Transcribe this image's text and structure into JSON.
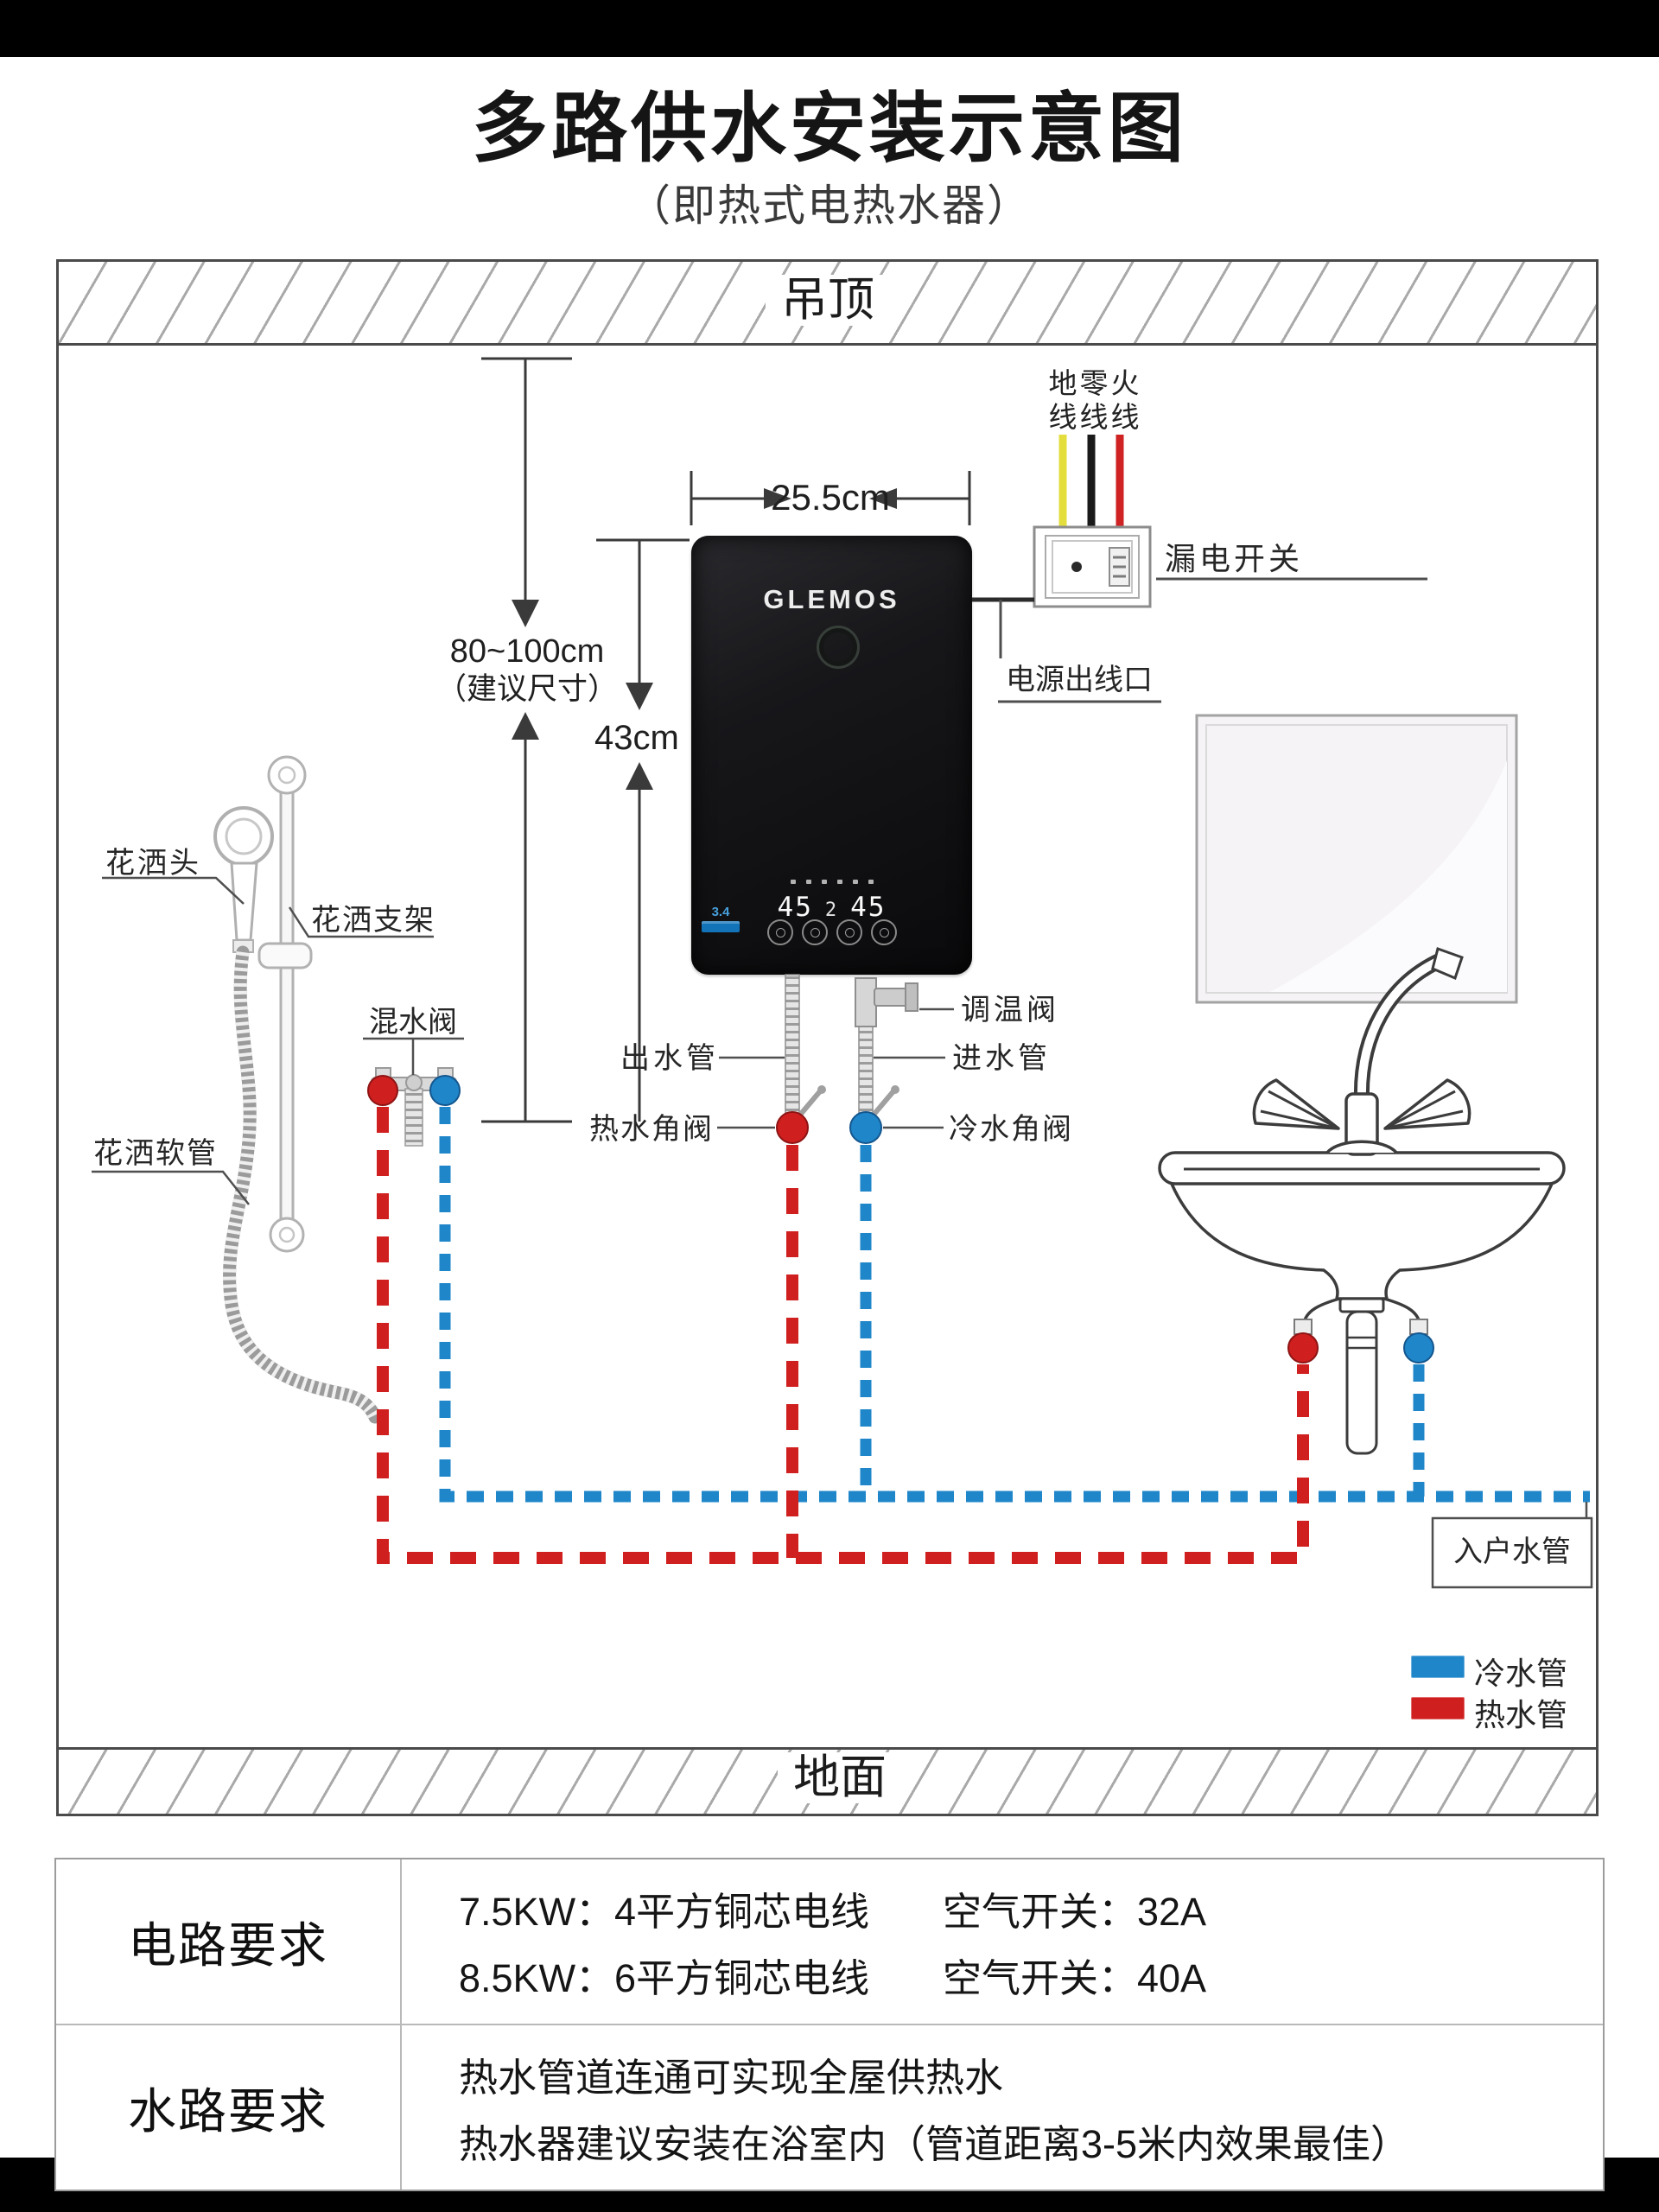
{
  "page": {
    "title": "多路供水安装示意图",
    "subtitle": "（即热式电热水器）"
  },
  "diagram": {
    "ceiling_label": "吊顶",
    "floor_label": "地面",
    "dimensions": {
      "width": "25.5cm",
      "height_from_ceiling": "80~100cm",
      "height_note": "（建议尺寸）",
      "unit_height": "43cm"
    },
    "wires": {
      "ground": "地线",
      "neutral": "零线",
      "live": "火线"
    },
    "electrical": {
      "breaker": "漏电开关",
      "outlet": "电源出线口"
    },
    "heater": {
      "brand": "GLEMOS",
      "badge": "3.4",
      "display": [
        "45",
        "2",
        "45"
      ]
    },
    "labels": {
      "outlet_pipe": "出水管",
      "inlet_pipe": "进水管",
      "hot_angle_valve": "热水角阀",
      "cold_angle_valve": "冷水角阀",
      "temp_valve": "调温阀",
      "mixing_valve": "混水阀",
      "shower_head": "花洒头",
      "shower_bracket": "花洒支架",
      "shower_hose": "花洒软管",
      "entry_pipe": "入户水管"
    },
    "legend": {
      "cold": "冷水管",
      "hot": "热水管"
    },
    "colors": {
      "hot": "#d01f1f",
      "cold": "#1f86c9",
      "wire_ground": "#e3de3e",
      "wire_neutral": "#1a1a1a",
      "wire_live": "#cf2222"
    }
  },
  "table": {
    "rows": [
      {
        "label": "电路要求",
        "lines": [
          {
            "left": "7.5KW：4平方铜芯电线",
            "right": "空气开关：32A"
          },
          {
            "left": "8.5KW：6平方铜芯电线",
            "right": "空气开关：40A"
          }
        ]
      },
      {
        "label": "水路要求",
        "lines": [
          {
            "left": "热水管道连通可实现全屋供热水",
            "right": ""
          },
          {
            "left": "热水器建议安装在浴室内（管道距离3-5米内效果最佳）",
            "right": ""
          }
        ]
      }
    ]
  }
}
